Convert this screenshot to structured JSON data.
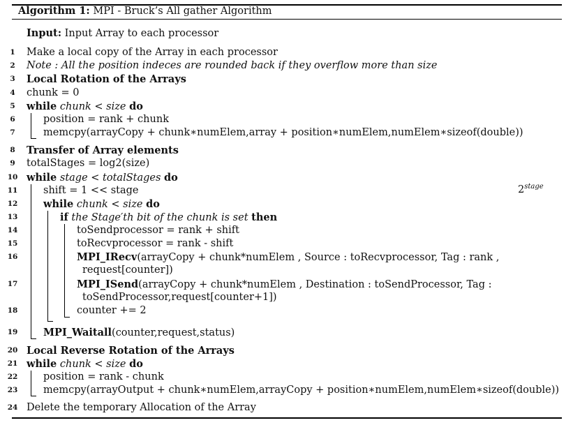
{
  "algorithm": {
    "label": "Algorithm 1:",
    "title": "MPI - Bruck’s All gather Algorithm",
    "input_label": "Input:",
    "input_text": "Input Array to each processor"
  },
  "lines": [
    {
      "n": "1",
      "text": "Make a local copy of the Array in each processor"
    },
    {
      "n": "2",
      "text": "Note : All the position indeces are rounded back if they overflow more than size"
    },
    {
      "n": "3",
      "text": "Local Rotation of the Arrays"
    },
    {
      "n": "4",
      "text": "chunk = 0"
    },
    {
      "n": "5",
      "kw1": "while",
      "mid": "chunk < size",
      "kw2": "do"
    },
    {
      "n": "6",
      "text": "position = rank + chunk"
    },
    {
      "n": "7",
      "text": "memcpy(arrayCopy + chunk∗numElem,array + position∗numElem,numElem∗sizeof(double))"
    },
    {
      "n": "8",
      "text": "Transfer of Array elements"
    },
    {
      "n": "9",
      "text": "totalStages = log2(size)"
    },
    {
      "n": "10",
      "kw1": "while",
      "mid": "stage < totalStages",
      "kw2": "do"
    },
    {
      "n": "11",
      "text": "shift = 1 << stage"
    },
    {
      "n": "12",
      "kw1": "while",
      "mid": "chunk < size",
      "kw2": "do"
    },
    {
      "n": "13",
      "kw1": "if",
      "mid": "the Stage′th bit of the chunk is set",
      "kw2": "then"
    },
    {
      "n": "14",
      "text": "toSendprocessor = rank + shift"
    },
    {
      "n": "15",
      "text": "toRecvprocessor = rank - shift"
    },
    {
      "n": "16",
      "kw1": "MPI_IRecv",
      "text": "(arrayCopy + chunk*numElem , Source : toRecvprocessor, Tag : rank ,",
      "cont": "request[counter])"
    },
    {
      "n": "17",
      "kw1": "MPI_ISend",
      "text": "(arrayCopy + chunk*numElem , Destination : toSendProcessor, Tag :",
      "cont": "toSendProcessor,request[counter+1])"
    },
    {
      "n": "18",
      "text": "counter += 2"
    },
    {
      "n": "19",
      "kw1": "MPI_Waitall",
      "text": "(counter,request,status)"
    },
    {
      "n": "20",
      "text": "Local Reverse Rotation of the Arrays"
    },
    {
      "n": "21",
      "kw1": "while",
      "mid": "chunk < size",
      "kw2": "do"
    },
    {
      "n": "22",
      "text": "position = rank - chunk"
    },
    {
      "n": "23",
      "text": "memcpy(arrayOutput + chunk∗numElem,arrayCopy + position∗numElem,numElem∗sizeof(double))"
    },
    {
      "n": "24",
      "text": "Delete the temporary Allocation of the Array"
    }
  ],
  "side_note": {
    "base": "2",
    "exponent": "stage"
  }
}
